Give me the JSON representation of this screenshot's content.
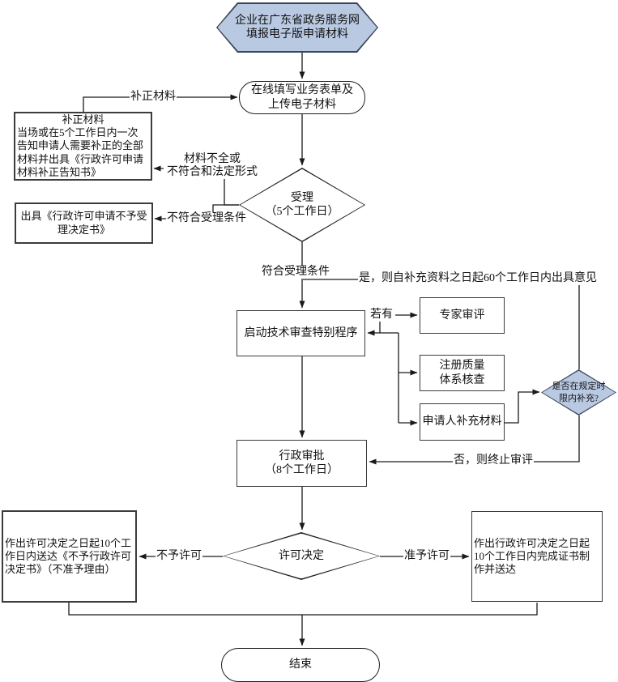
{
  "colors": {
    "node_fill_blue": "#b9c9e2",
    "node_fill_white": "#ffffff",
    "border_color": "#3c3c3c",
    "poly_border": "#3a4658",
    "line_color": "#1a1a1a"
  },
  "nodes": {
    "start": {
      "text": "企业在广东省政务服务网\n填报电子版申请材料"
    },
    "online_form": {
      "text": "在线填写业务表单及\n上传电子材料"
    },
    "correction": {
      "heading": "补正材料",
      "body": "当场或在5个工作日内一次\n告知申请人需要补正的全部\n材料并出具《行政许可申请\n材料补正告知书》"
    },
    "reject_notice": {
      "text": "出具《行政许可申请不予受\n理决定书》"
    },
    "acceptance": {
      "text": "受理\n（5个工作日）"
    },
    "special_program": {
      "text": "启动技术审查特别程序"
    },
    "expert_review": {
      "text": "专家审评"
    },
    "quality_check": {
      "text": "注册质量\n体系核查"
    },
    "supplement": {
      "text": "申请人补充材料"
    },
    "time_limit": {
      "text": "是否在规定时\n限内补充?"
    },
    "approval": {
      "text": "行政审批\n（8个工作日）"
    },
    "decision": {
      "text": "许可决定"
    },
    "deny_result": {
      "text": "作出许可决定之日起10个工\n作日内送达《不予行政许可\n决定书》（不准予理由）"
    },
    "grant_result": {
      "text": "作出行政许可决定之日起\n10个工作日内完成证书制\n作并送达"
    },
    "end": {
      "text": "结束"
    }
  },
  "edge_labels": {
    "correction_materials": "补正材料",
    "incomplete": "材料不全或\n不符合和法定形式",
    "not_qualified": "不符合受理条件",
    "qualified": "符合受理条件",
    "yes_60days": "是，则自补充资料之日起60个工作日内出具意见",
    "if_any": "若有",
    "no_terminate": "否，则终止审评",
    "deny": "不予许可",
    "grant": "准予许可"
  }
}
